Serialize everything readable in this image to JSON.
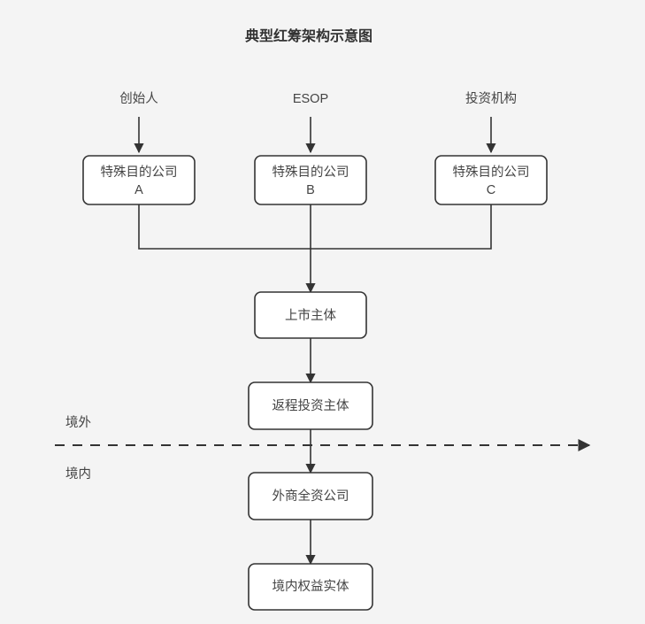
{
  "title": "典型红筹架构示意图",
  "colors": {
    "background": "#f4f4f4",
    "box_fill": "#ffffff",
    "stroke": "#333333",
    "text": "#444444",
    "title_text": "#333333"
  },
  "sources": [
    {
      "id": "founder",
      "label": "创始人"
    },
    {
      "id": "esop",
      "label": "ESOP"
    },
    {
      "id": "investor",
      "label": "投资机构"
    }
  ],
  "spv_nodes": [
    {
      "id": "spv-a",
      "line1": "特殊目的公司",
      "line2": "A"
    },
    {
      "id": "spv-b",
      "line1": "特殊目的公司",
      "line2": "B"
    },
    {
      "id": "spv-c",
      "line1": "特殊目的公司",
      "line2": "C"
    }
  ],
  "chain_nodes": [
    {
      "id": "listco",
      "label": "上市主体"
    },
    {
      "id": "round-trip",
      "label": "返程投资主体"
    },
    {
      "id": "wfoe",
      "label": "外商全资公司"
    },
    {
      "id": "domestic-entity",
      "label": "境内权益实体"
    }
  ],
  "boundary": {
    "offshore_label": "境外",
    "onshore_label": "境内"
  }
}
